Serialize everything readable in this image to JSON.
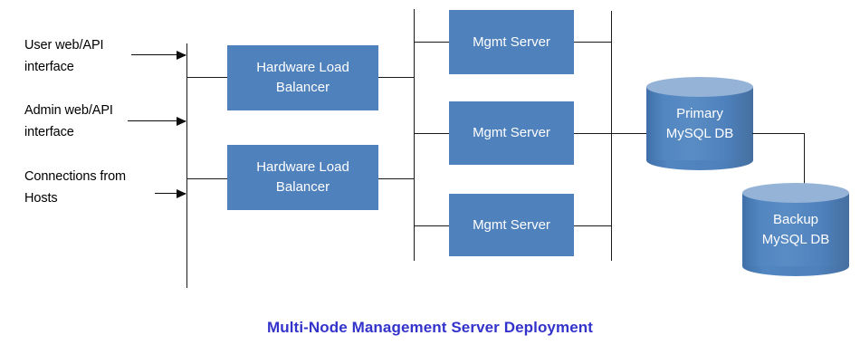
{
  "diagram": {
    "caption": "Multi-Node Management Server Deployment",
    "caption_color": "#3333CC",
    "box_fill_color": "#4F81BD",
    "cylinder_top_color": "#95B3D7",
    "line_color": "#000000",
    "background_color": "#FFFFFF",
    "inputs": [
      {
        "label": "User web/API\ninterface"
      },
      {
        "label": "Admin web/API\ninterface"
      },
      {
        "label": "Connections from\nHosts"
      }
    ],
    "load_balancers": [
      {
        "label": "Hardware Load\nBalancer"
      },
      {
        "label": "Hardware Load\nBalancer"
      }
    ],
    "mgmt_servers": [
      {
        "label": "Mgmt Server"
      },
      {
        "label": "Mgmt Server"
      },
      {
        "label": "Mgmt Server"
      }
    ],
    "databases": [
      {
        "label": "Primary\nMySQL DB"
      },
      {
        "label": "Backup\nMySQL DB"
      }
    ]
  }
}
